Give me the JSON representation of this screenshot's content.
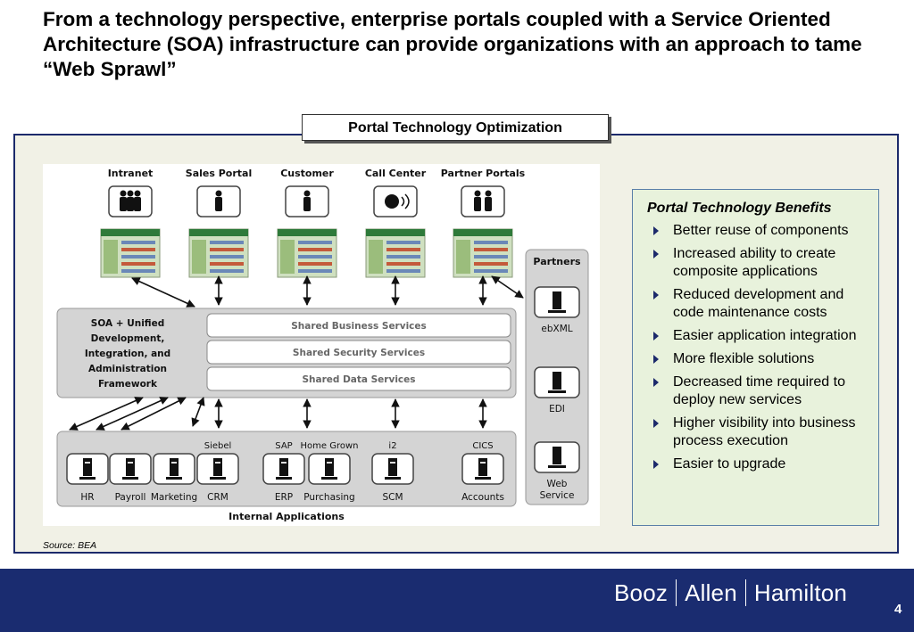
{
  "headline": "From a technology perspective, enterprise portals coupled with a Service Oriented Architecture (SOA) infrastructure can provide organizations with an approach to tame “Web Sprawl”",
  "tab_title": "Portal Technology Optimization",
  "diagram": {
    "portals": [
      "Intranet",
      "Sales Portal",
      "Customer",
      "Call Center",
      "Partner Portals"
    ],
    "framework_label": [
      "SOA + Unified",
      "Development,",
      "Integration, and",
      "Administration",
      "Framework"
    ],
    "services": [
      "Shared Business Services",
      "Shared Security Services",
      "Shared Data Services"
    ],
    "partners_title": "Partners",
    "partners": [
      [
        "ebXML"
      ],
      [
        "EDI"
      ],
      [
        "Web",
        "Service"
      ]
    ],
    "app_top_labels": [
      "Siebel",
      "SAP",
      "Home Grown",
      "i2",
      "CICS"
    ],
    "app_bottom_labels": [
      "HR",
      "Payroll",
      "Marketing",
      "CRM",
      "ERP",
      "Purchasing",
      "SCM",
      "Accounts"
    ],
    "internal_label": "Internal Applications"
  },
  "source": "Source:  BEA",
  "benefits": {
    "title": "Portal Technology Benefits",
    "items": [
      "Better reuse of components",
      "Increased ability to create composite applications",
      "Reduced development and code maintenance costs",
      "Easier application integration",
      "More flexible solutions",
      "Decreased time required to deploy new services",
      "Higher visibility into business process execution",
      "Easier to upgrade"
    ]
  },
  "footer": {
    "brand": [
      "Booz",
      "Allen",
      "Hamilton"
    ],
    "page_number": "4"
  },
  "colors": {
    "frame_border": "#1c2a6b",
    "frame_bg": "#f1f1e6",
    "benefits_bg": "#e8f2dc",
    "footer_bg": "#1a2c70"
  }
}
